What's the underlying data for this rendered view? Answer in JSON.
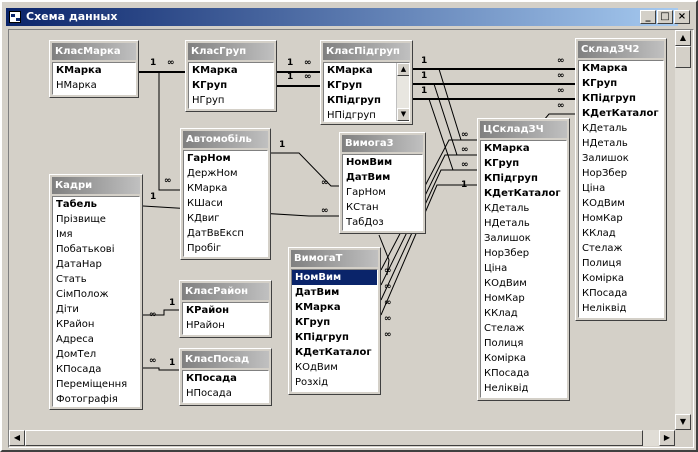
{
  "window": {
    "title": "Схема данных",
    "icon": "relationships-icon",
    "minimize": "_",
    "maximize": "□",
    "close": "×"
  },
  "tables": {
    "klasmarka": {
      "name": "КласМарка",
      "fields": [
        "КМарка",
        "НМарка"
      ]
    },
    "klasgrup": {
      "name": "КласГруп",
      "fields": [
        "КМарка",
        "КГруп",
        "НГруп"
      ]
    },
    "klaspidgrup": {
      "name": "КласПідгруп",
      "fields": [
        "КМарка",
        "КГруп",
        "КПідгруп",
        "НПідгруп"
      ]
    },
    "sklad": {
      "name": "СкладЗЧ2",
      "fields": [
        "КМарка",
        "КГруп",
        "КПідгруп",
        "КДетКаталог",
        "КДеталь",
        "НДеталь",
        "Залишок",
        "НорЗбер",
        "Ціна",
        "КОдВим",
        "НомКар",
        "ККлад",
        "Стелаж",
        "Полиця",
        "Комірка",
        "КПосада",
        "Неліквід"
      ]
    },
    "avtomobil": {
      "name": "Автомобіль",
      "fields": [
        "ГарНом",
        "ДержНом",
        "КМарка",
        "КШаси",
        "КДвиг",
        "ДатВвЕксп",
        "Пробіг"
      ]
    },
    "vymoga3": {
      "name": "Вимога3",
      "fields": [
        "НомВим",
        "ДатВим",
        "ГарНом",
        "КСтан",
        "ТабДоз"
      ]
    },
    "tsklad": {
      "name": "ЦСкладЗЧ",
      "fields": [
        "КМарка",
        "КГруп",
        "КПідгруп",
        "КДетКаталог",
        "КДеталь",
        "НДеталь",
        "Залишок",
        "НорЗбер",
        "Ціна",
        "КОдВим",
        "НомКар",
        "ККлад",
        "Стелаж",
        "Полиця",
        "Комірка",
        "КПосада",
        "Неліквід"
      ]
    },
    "kadry": {
      "name": "Кадри",
      "fields": [
        "Табель",
        "Прізвище",
        "Імя",
        "Побатькові",
        "ДатаНар",
        "Стать",
        "СімПолож",
        "Діти",
        "КРайон",
        "Адреса",
        "ДомТел",
        "КПосада",
        "Переміщення",
        "Фотографія"
      ]
    },
    "vymogat": {
      "name": "ВимогаТ",
      "fields": [
        "НомВим",
        "ДатВим",
        "КМарка",
        "КГруп",
        "КПідгруп",
        "КДетКаталог",
        "КОдВим",
        "Розхід"
      ]
    },
    "klasrayon": {
      "name": "КласРайон",
      "fields": [
        "КРайон",
        "НРайон"
      ]
    },
    "klasposad": {
      "name": "КласПосад",
      "fields": [
        "КПосада",
        "НПосада"
      ]
    }
  },
  "rel": {
    "one": "1",
    "many": "∞"
  }
}
